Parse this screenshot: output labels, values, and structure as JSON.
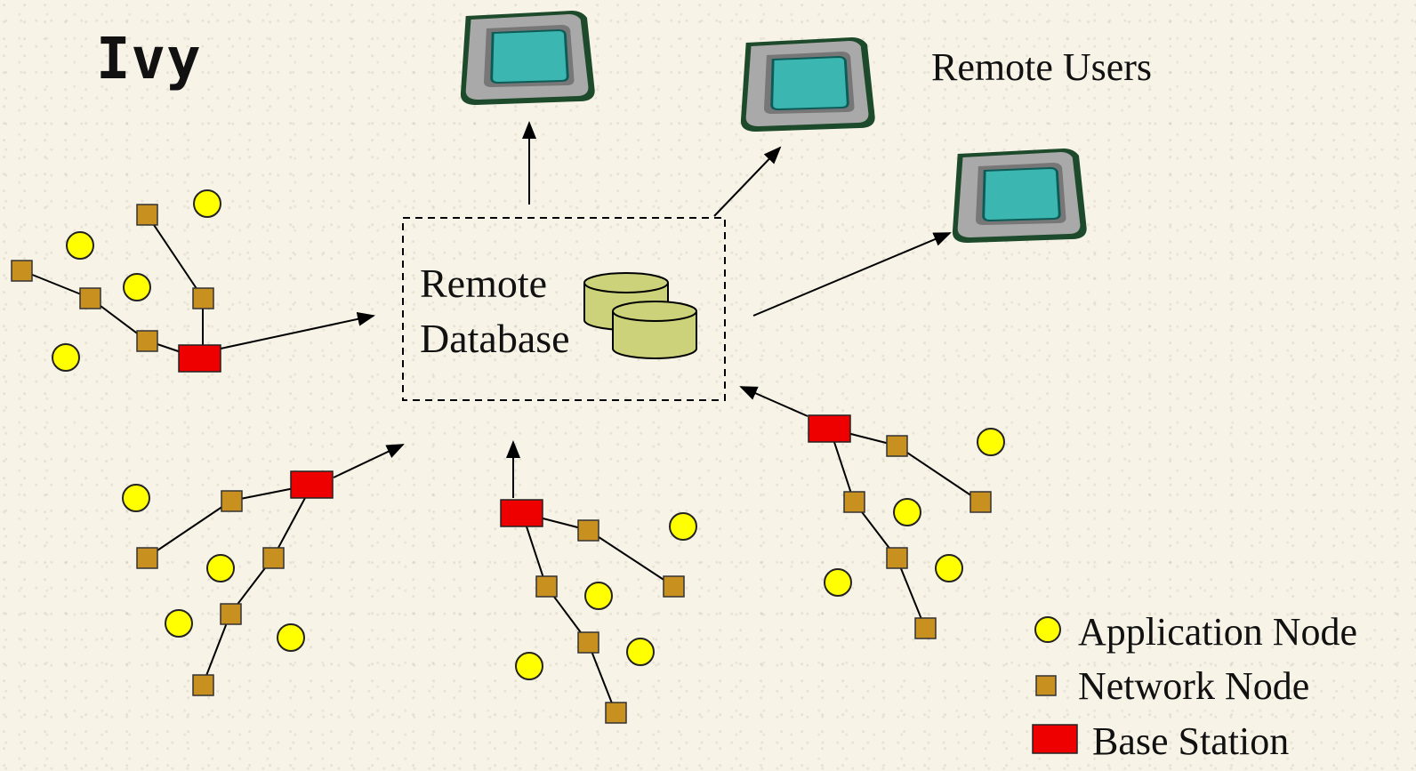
{
  "title": "Ivy",
  "remote_users_label": "Remote Users",
  "remote_database": {
    "line1": "Remote",
    "line2": "Database"
  },
  "legend": {
    "application_node": "Application Node",
    "network_node": "Network Node",
    "base_station": "Base Station"
  },
  "colors": {
    "application_node": "#ffff00",
    "network_node": "#c8901e",
    "base_station": "#ee0000",
    "database": "#ccd27a",
    "monitor_screen": "#3cb6b0"
  },
  "icons": [
    "monitor-icon",
    "database-icon"
  ]
}
